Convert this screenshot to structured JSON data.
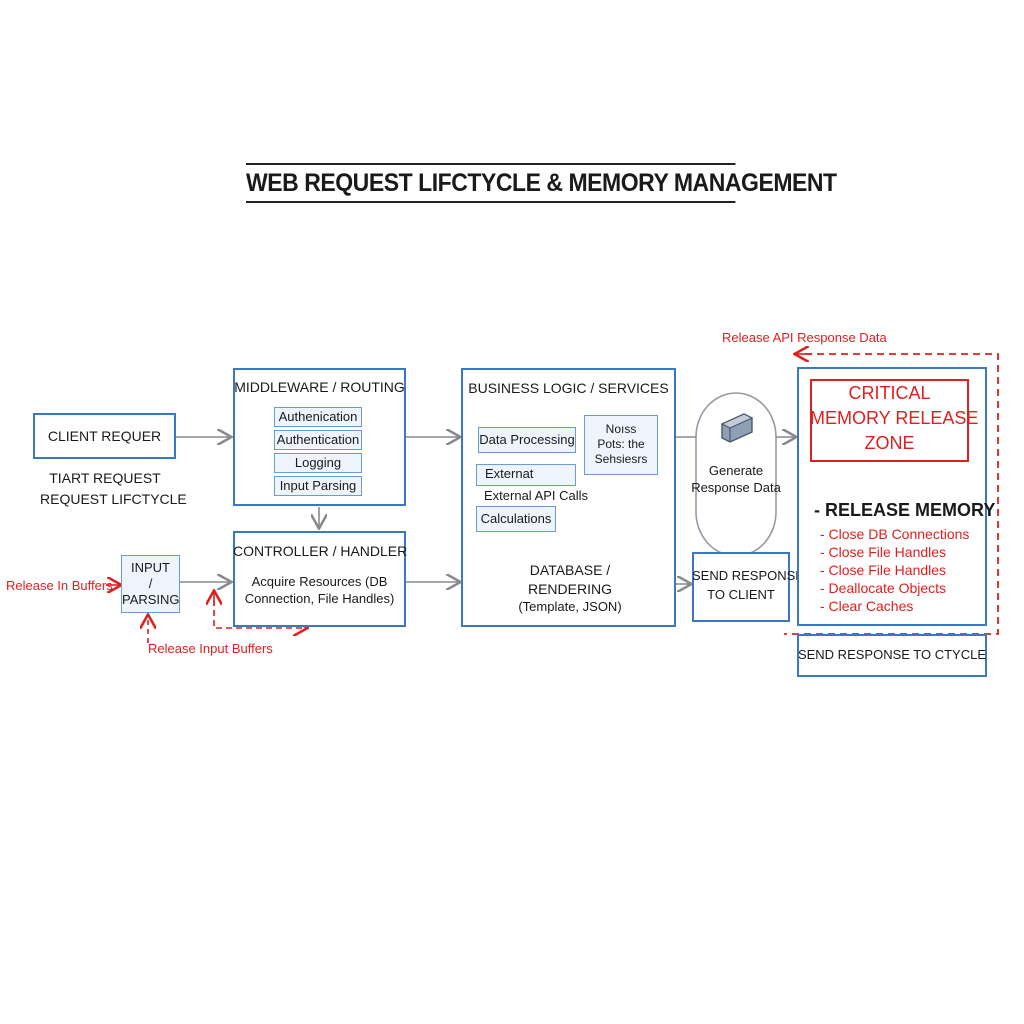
{
  "title": "WEB REQUEST LIFCTYCLE & MEMORY MANAGEMENT",
  "client": {
    "box_label": "CLIENT REQUER",
    "caption_line1": "TIART REQUEST",
    "caption_line2": "REQUEST LIFCTYCLE"
  },
  "middleware": {
    "header": "MIDDLEWARE / ROUTING",
    "items": [
      "Authenication",
      "Authentication",
      "Logging",
      "Input Parsing"
    ]
  },
  "controller": {
    "header": "CONTROLLER / HANDLER",
    "line1": "Acquire Resources (DB",
    "line2": "Connection, File Handles)"
  },
  "input": {
    "line1": "INPUT",
    "line2": "/",
    "line3": "PARSING"
  },
  "release_in_buffers": "Release In Buffers",
  "release_input_buffers": "Release Input Buffers",
  "business": {
    "header": "BUSINESS LOGIC / SERVICES",
    "data_processing": "Data Processing",
    "notes_line1": "Noıss",
    "notes_line2": "Pots: the",
    "notes_line3": "Sehsiesrs",
    "external": "Externat",
    "external_api": "External API Calls",
    "calculations": "Calculations",
    "database_line1": "DATABASE /",
    "database_line2": "RENDERING",
    "database_line3": "(Template, JSON)"
  },
  "generate": {
    "line1": "Generate",
    "line2": "Response Data"
  },
  "send_response": {
    "line1": "SEND RESPONSE",
    "line2": "TO CLIENT"
  },
  "release_api": "Release API Response Data",
  "critical": {
    "line1": "CRITICAL",
    "line2": "MEMORY RELEASE",
    "line3": "ZONE",
    "release_header": "- RELEASE MEMORY",
    "items": [
      "- Close DB Connections",
      "- Close File Handles",
      "- Close File Handles",
      "- Deallocate Objects",
      "- Clear Caches"
    ]
  },
  "send_cycle": "SEND RESPONSE TO CTYCLE",
  "colors": {
    "blue": "#3a78c2",
    "red": "#e02020",
    "gray_arrow": "#8a8a8a"
  }
}
